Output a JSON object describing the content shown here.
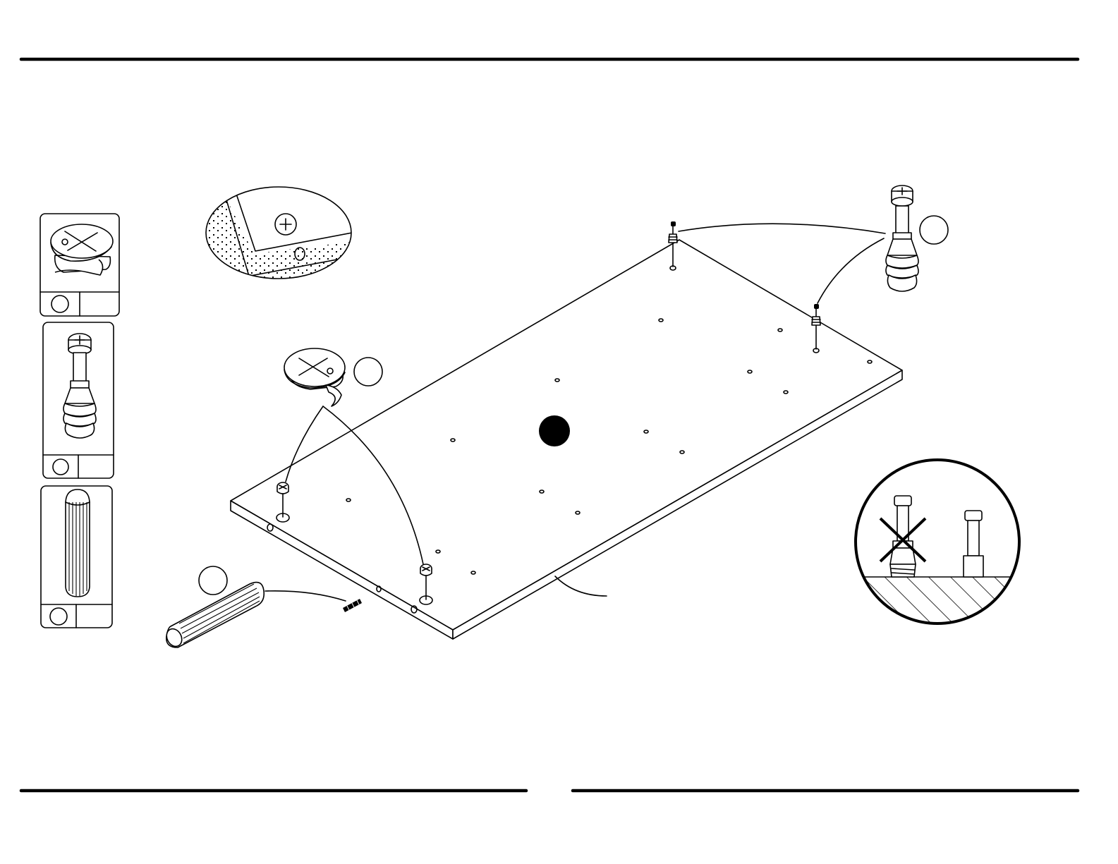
{
  "colors": {
    "line": "#000000",
    "background": "#ffffff"
  },
  "icons": {
    "cam-lock": "cam-lock-icon",
    "cam-bolt": "cam-bolt-icon",
    "wood-dowel": "dowel-icon",
    "screwdriver-slot": "phillips-head-icon",
    "wrong-mark": "x-mark-icon"
  },
  "parts_legend": [
    {
      "part": "cam-lock",
      "code": "",
      "qty": ""
    },
    {
      "part": "cam-bolt",
      "code": "",
      "qty": ""
    },
    {
      "part": "wood-dowel",
      "code": "",
      "qty": ""
    }
  ],
  "callouts": {
    "cam_lock": "",
    "cam_bolt": "",
    "dowel": "",
    "panel": ""
  }
}
